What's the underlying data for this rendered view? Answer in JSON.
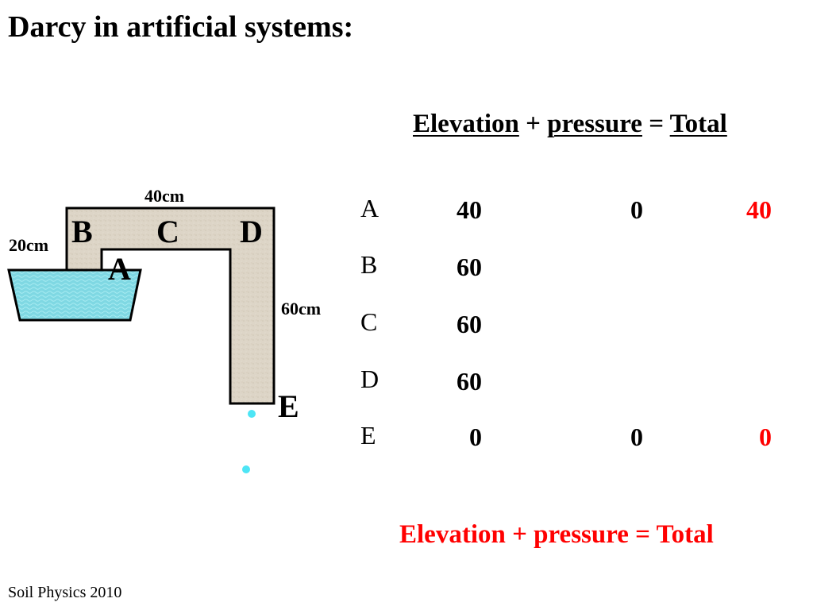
{
  "slide": {
    "title": "Darcy in artificial systems:",
    "footer": "Soil Physics 2010"
  },
  "header": {
    "elevation": "Elevation",
    "plus": "+",
    "pressure": "pressure",
    "equals": "=",
    "total": "Total"
  },
  "diagram": {
    "dim_top": "40cm",
    "dim_left": "20cm",
    "dim_right": "60cm",
    "point_a": "A",
    "point_b": "B",
    "point_c": "C",
    "point_d": "D",
    "point_e": "E",
    "colors": {
      "soil": "#ddd5c7",
      "water": "#7fd8e3",
      "drop": "#4de5f5"
    }
  },
  "table": {
    "rows": [
      {
        "label": "A",
        "elevation": "40",
        "pressure": "0",
        "total": "40"
      },
      {
        "label": "B",
        "elevation": "60",
        "pressure": "",
        "total": ""
      },
      {
        "label": "C",
        "elevation": "60",
        "pressure": "",
        "total": ""
      },
      {
        "label": "D",
        "elevation": "60",
        "pressure": "",
        "total": ""
      },
      {
        "label": "E",
        "elevation": "0",
        "pressure": "0",
        "total": "0"
      }
    ],
    "total_color": "#ff0000"
  },
  "formula": "Elevation + pressure = Total"
}
